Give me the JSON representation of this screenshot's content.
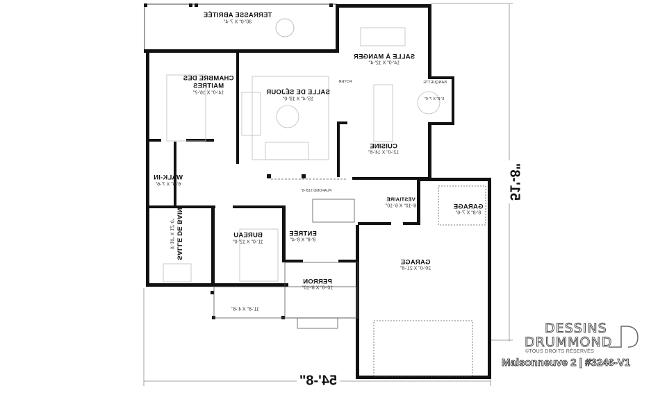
{
  "rooms": {
    "terrasse": {
      "name": "TERRASSE ABRITÉE",
      "dim": "30'-0\" X 7'-4\""
    },
    "salle_manger": {
      "name": "SALLE À MANGER",
      "dim": "14'-0\" X 12'-4\""
    },
    "chambre": {
      "name_1": "CHAMBRE DES",
      "name_2": "MAITRES",
      "dim": "14'-0\" X 16'-2\""
    },
    "sejour": {
      "name": "SALLE DE SÉJOUR",
      "dim": "15'-4\" X 19'-0\""
    },
    "foyer": {
      "name": "FOYER"
    },
    "banquette": {
      "name": "BANQUETTE",
      "dim": "5'-8\" X 7'-0\""
    },
    "cuisine": {
      "name": "CUISINE",
      "dim": "12'-0\" X 14'-6\""
    },
    "walkin": {
      "name": "WALK-IN",
      "dim": "6'-8\" X 7'-6\""
    },
    "plafond": {
      "name": "PLAFOND ±18'-6\""
    },
    "vestiaire": {
      "name": "VESTIAIRE",
      "dim": "6'-10\" X 6'-10\""
    },
    "garage_small": {
      "name": "GARAGE",
      "dim": "8'-8\" X 7'-6\""
    },
    "salle_bain": {
      "name": "SALLE DE BAIN",
      "dim": "9'-10\" X 12'-0\""
    },
    "bureau": {
      "name": "BUREAU",
      "dim": "11'-0\" X 12'-0\""
    },
    "entree": {
      "name": "ENTRÉE",
      "dim": "8'-8\" X 8'-4\""
    },
    "garage": {
      "name": "GARAGE",
      "dim": "20'-0\" X 21'-8\""
    },
    "perron": {
      "name": "PERRON",
      "dim": "10'-6\" X 8'-10\""
    },
    "porch": {
      "dim": "11'-8\" X 4'-8\""
    }
  },
  "dimensions": {
    "width": "54'-8\"",
    "depth": "51'-8\""
  },
  "branding": {
    "logo_line1": "DESSINS",
    "logo_line2": "DRUMMOND",
    "copyright": "©TOUS DROITS RÉSERVÉS",
    "plan_title": "Maisonneuve 2 | #3246-V1"
  },
  "colors": {
    "wall": "#111111",
    "furniture": "#bbbbbb",
    "dimension_line": "#888888"
  }
}
